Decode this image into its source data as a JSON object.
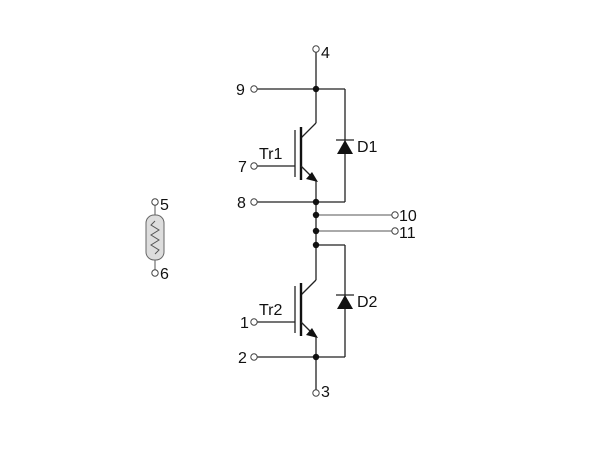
{
  "pins": {
    "p1": "1",
    "p2": "2",
    "p3": "3",
    "p4": "4",
    "p5": "5",
    "p6": "6",
    "p7": "7",
    "p8": "8",
    "p9": "9",
    "p10": "10",
    "p11": "11"
  },
  "components": {
    "tr1": "Tr1",
    "tr2": "Tr2",
    "d1": "D1",
    "d2": "D2"
  }
}
